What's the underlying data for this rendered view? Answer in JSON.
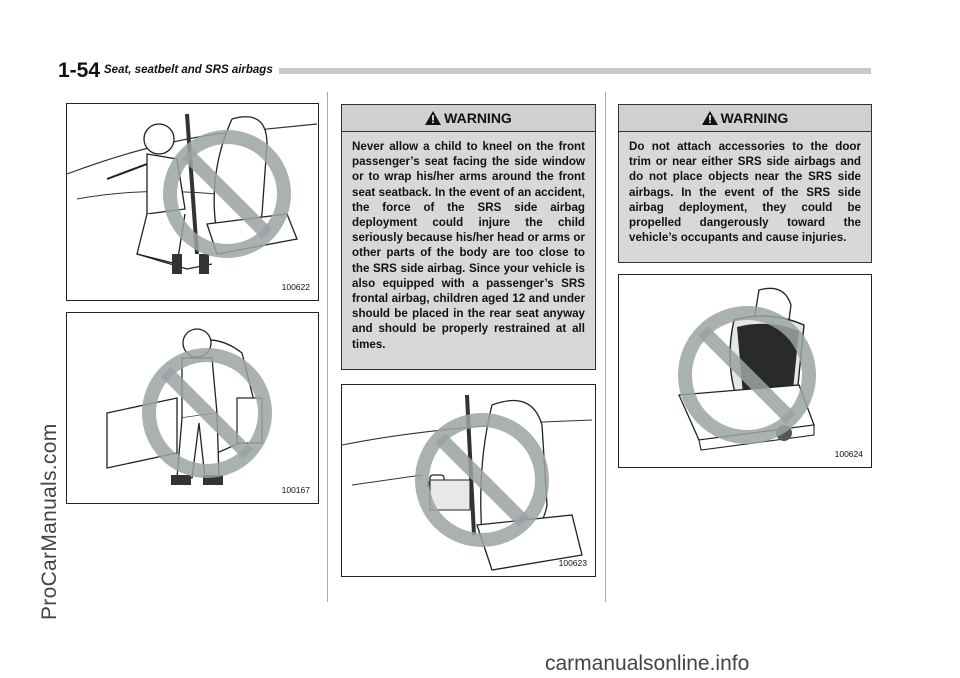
{
  "header": {
    "page_number": "1-54",
    "section_title": "Seat, seatbelt and SRS airbags"
  },
  "figures": {
    "fig1_code": "100622",
    "fig2_code": "100167",
    "fig3_code": "100623",
    "fig4_code": "100624"
  },
  "warning1": {
    "title": "WARNING",
    "text": "Never allow a child to kneel on the front passenger’s seat facing the side window or to wrap his/her arms around the front seat seatback. In the event of an accident, the force of the SRS side airbag deployment could injure the child seriously because his/her head or arms or other parts of the body are too close to the SRS side airbag. Since your vehicle is also equipped with a passenger’s SRS frontal airbag, children aged 12 and under should be placed in the rear seat anyway and should be properly restrained at all times."
  },
  "warning2": {
    "title": "WARNING",
    "text": "Do not attach accessories to the door trim or near either SRS side airbags and do not place objects near the SRS side airbags. In the event of the SRS side airbag deployment, they could be propelled dangerously toward the vehicle’s occupants and cause injuries."
  },
  "watermarks": {
    "side": "ProCarManuals.com",
    "bottom": "carmanualsonline.info"
  },
  "colors": {
    "prohibition_sign": "#9aa3a3",
    "warning_bg": "#d8d8d8"
  }
}
